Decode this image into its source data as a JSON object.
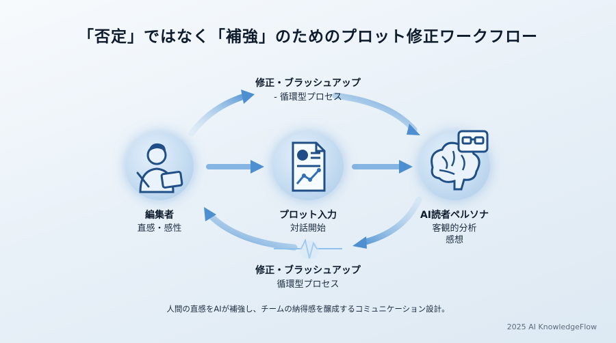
{
  "title": "「否定」ではなく「補強」のためのプロット修正ワークフロー",
  "nodes": {
    "editor": {
      "name": "編集者",
      "desc": "直感・感性"
    },
    "plot": {
      "name": "プロット入力",
      "desc": "対話開始"
    },
    "ai": {
      "name": "AI読者ペルソナ",
      "desc1": "客観的分析",
      "desc2": "感想"
    }
  },
  "top_loop": {
    "label": "修正・ブラッシュアップ",
    "sub": "- 循環型プロセス"
  },
  "bottom_loop": {
    "label": "修正・ブラッシュアップ",
    "sub": "循環型プロセス"
  },
  "note": "人間の直感をAIが補強し、チームの納得感を醸成するコミュニケーション設計。",
  "footer": "2025 AI KnowledgeFlow",
  "colors": {
    "arrow": "#5b9ad6",
    "icon": "#1f4f86",
    "accent": "#2f6fb8"
  },
  "icons": [
    "editor-person-icon",
    "document-chart-icon",
    "brain-icon",
    "glasses-icon"
  ]
}
